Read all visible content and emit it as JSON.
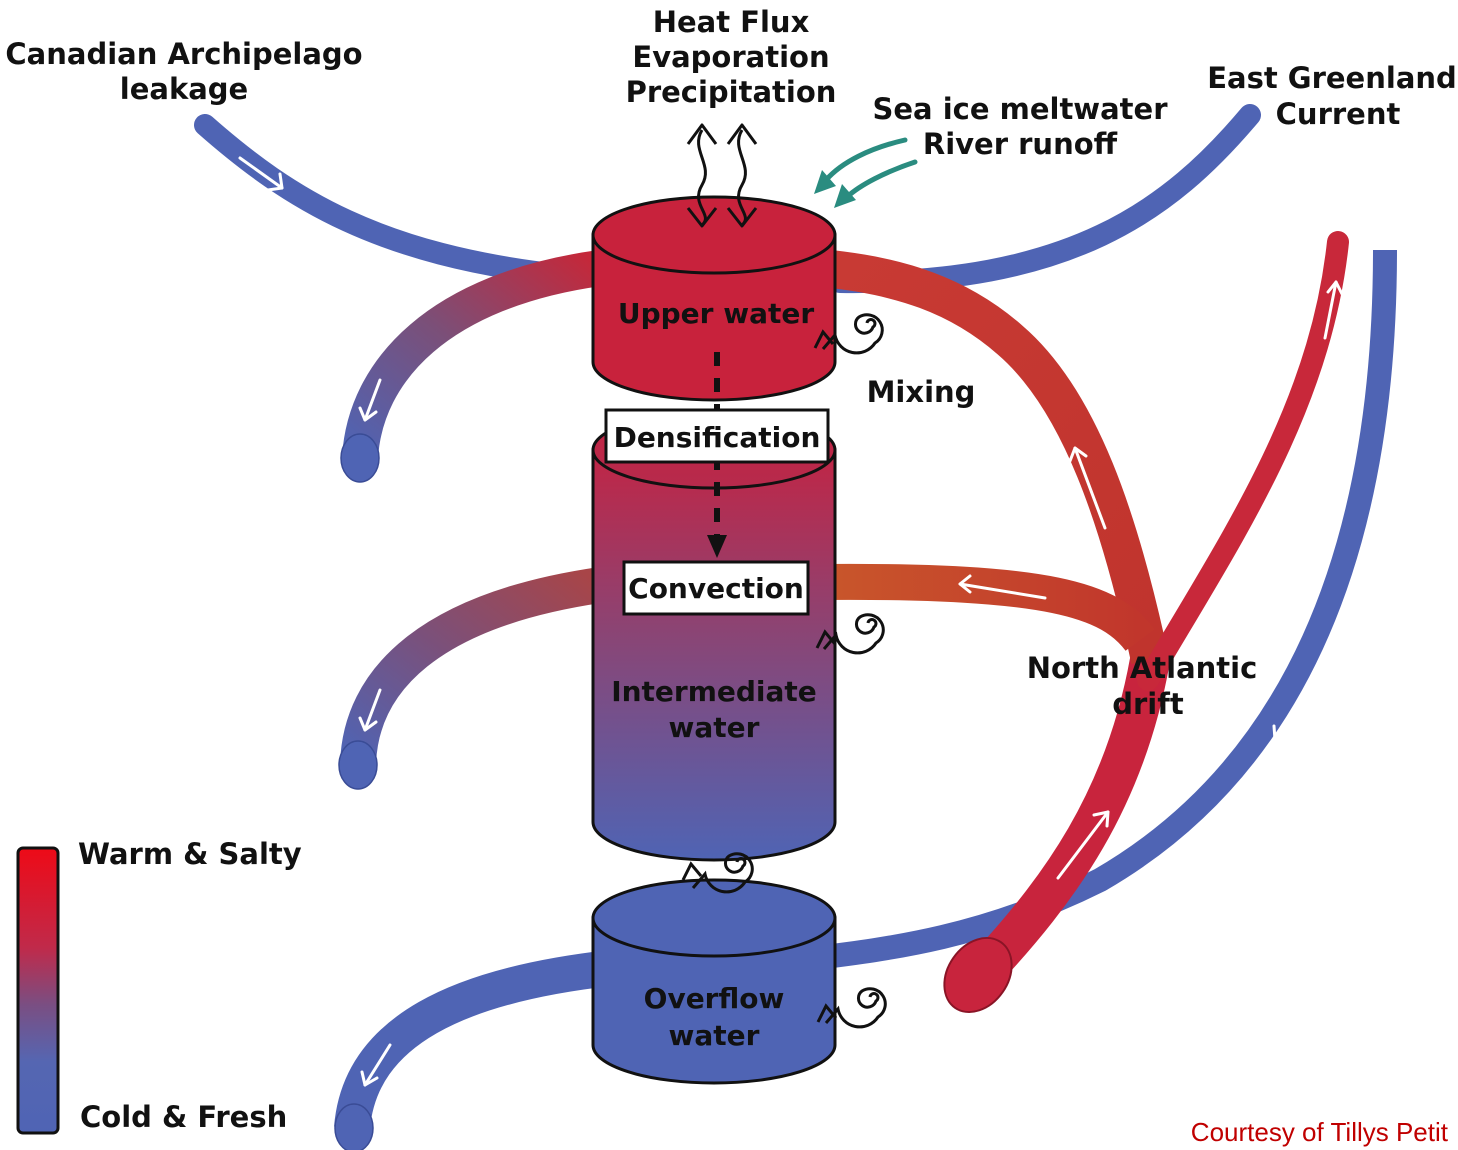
{
  "labels": {
    "canadian": [
      "Canadian Archipelago",
      "leakage"
    ],
    "heat": [
      "Heat Flux",
      "Evaporation",
      "Precipitation"
    ],
    "seaice": [
      "Sea ice meltwater",
      "River runoff"
    ],
    "east_greenland": [
      "East Greenland",
      "Current"
    ],
    "upper_water": "Upper water",
    "densification": "Densification",
    "convection": "Convection",
    "intermediate": [
      "Intermediate",
      "water"
    ],
    "overflow": [
      "Overflow",
      "water"
    ],
    "mixing": "Mixing",
    "north_atlantic": [
      "North Atlantic",
      "drift"
    ],
    "legend_warm": "Warm & Salty",
    "legend_cold": "Cold & Fresh",
    "credit": "Courtesy of Tillys Petit"
  },
  "colors": {
    "warm": "#c62238",
    "warm_bright": "#e8101c",
    "cold": "#4f64b4",
    "mixed": "#7d4c7c",
    "teal_arrow": "#2a8c80",
    "credit_text": "#c00000"
  },
  "icons": {
    "mixing_spiral": "spiral-icon",
    "wavy_arrow": "wavy-double-arrow-icon",
    "flow_arrow": "white-arrow-icon"
  }
}
